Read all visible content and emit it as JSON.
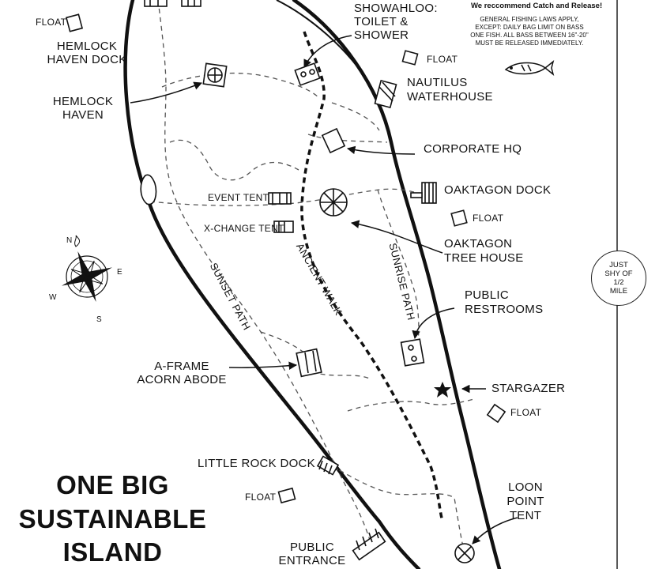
{
  "title": {
    "line1": "ONE BIG",
    "line2": "SUSTAINABLE",
    "line3": "ISLAND"
  },
  "fishing_note": {
    "headline": "We reccommend Catch and Release!",
    "line1": "GENERAL FISHING LAWS APPLY,",
    "line2": "EXCEPT: DAILY BAG LIMIT ON BASS",
    "line3": "ONE FISH. ALL BASS BETWEEN 16\"-20\"",
    "line4": "MUST BE RELEASED IMMEDIATELY."
  },
  "distance_marker": {
    "line1": "JUST",
    "line2": "SHY OF",
    "line3": "1/2",
    "line4": "MILE"
  },
  "labels": {
    "float_hemlock": "FLOAT",
    "hemlock_dock_1": "HEMLOCK",
    "hemlock_dock_2": "HAVEN DOCK",
    "hemlock_haven_1": "HEMLOCK",
    "hemlock_haven_2": "HAVEN",
    "showahloo_1": "SHOWAHLOO:",
    "showahloo_2": "TOILET &",
    "showahloo_3": "SHOWER",
    "float_nautilus": "FLOAT",
    "nautilus_1": "NAUTILUS",
    "nautilus_2": "WATERHOUSE",
    "corporate_hq": "CORPORATE HQ",
    "oaktagon_dock": "OAKTAGON DOCK",
    "float_oaktagon": "FLOAT",
    "event_tent": "EVENT TENT",
    "xchange_tent": "X-CHANGE TENT",
    "oaktagon_tree_1": "OAKTAGON",
    "oaktagon_tree_2": "TREE HOUSE",
    "public_restrooms_1": "PUBLIC",
    "public_restrooms_2": "RESTROOMS",
    "stargazer": "STARGAZER",
    "float_stargazer": "FLOAT",
    "aframe_1": "A-FRAME",
    "aframe_2": "ACORN ABODE",
    "little_rock_dock": "LITTLE ROCK DOCK",
    "float_little_rock": "FLOAT",
    "loon_1": "LOON",
    "loon_2": "POINT",
    "loon_3": "TENT",
    "public_entrance_1": "PUBLIC",
    "public_entrance_2": "ENTRANCE"
  },
  "paths": {
    "sunset": "SUNSET PATH",
    "ancient": "ANCIENT WALK",
    "sunrise": "SUNRISE PATH"
  },
  "compass": {
    "n": "N",
    "e": "E",
    "s": "S",
    "w": "W"
  }
}
